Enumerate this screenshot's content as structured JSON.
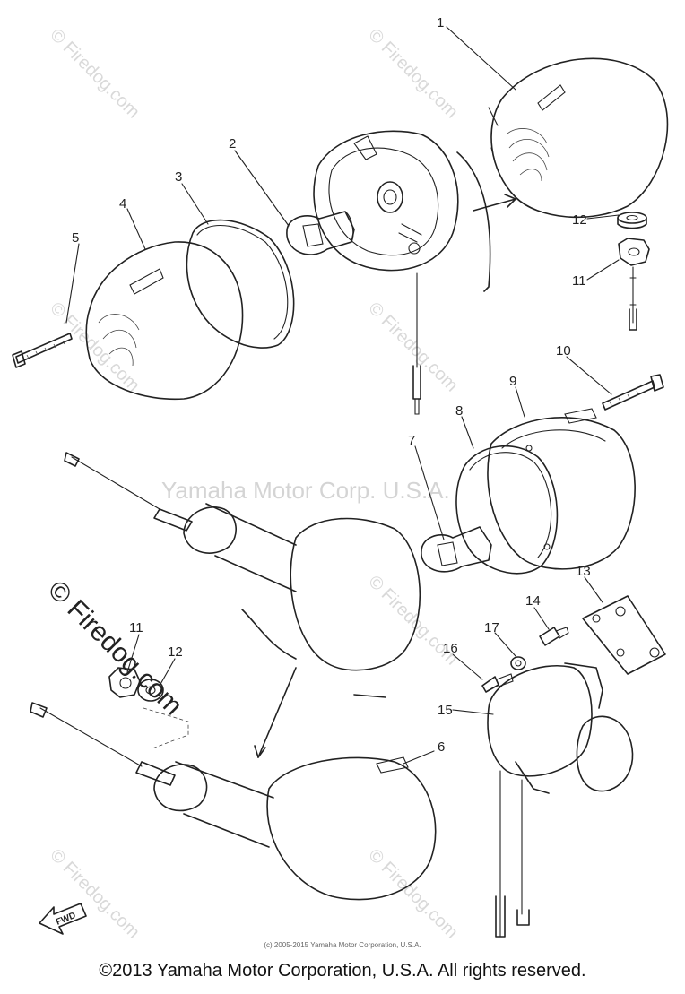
{
  "diagram": {
    "watermarks": {
      "repeat_text": "© Firedog.com",
      "center_text": "Yamaha Motor Corp. U.S.A.",
      "corner_text": "© Firedog.com"
    },
    "callouts": [
      "1",
      "2",
      "3",
      "4",
      "5",
      "6",
      "7",
      "8",
      "9",
      "10",
      "11",
      "12",
      "13",
      "14",
      "15",
      "16",
      "17",
      "12",
      "11"
    ],
    "fwd_label": "FWD",
    "small_copyright": "(c) 2005-2015 Yamaha Motor Corporation, U.S.A.",
    "footer_copyright": "©2013 Yamaha Motor Corporation, U.S.A. All rights reserved."
  }
}
